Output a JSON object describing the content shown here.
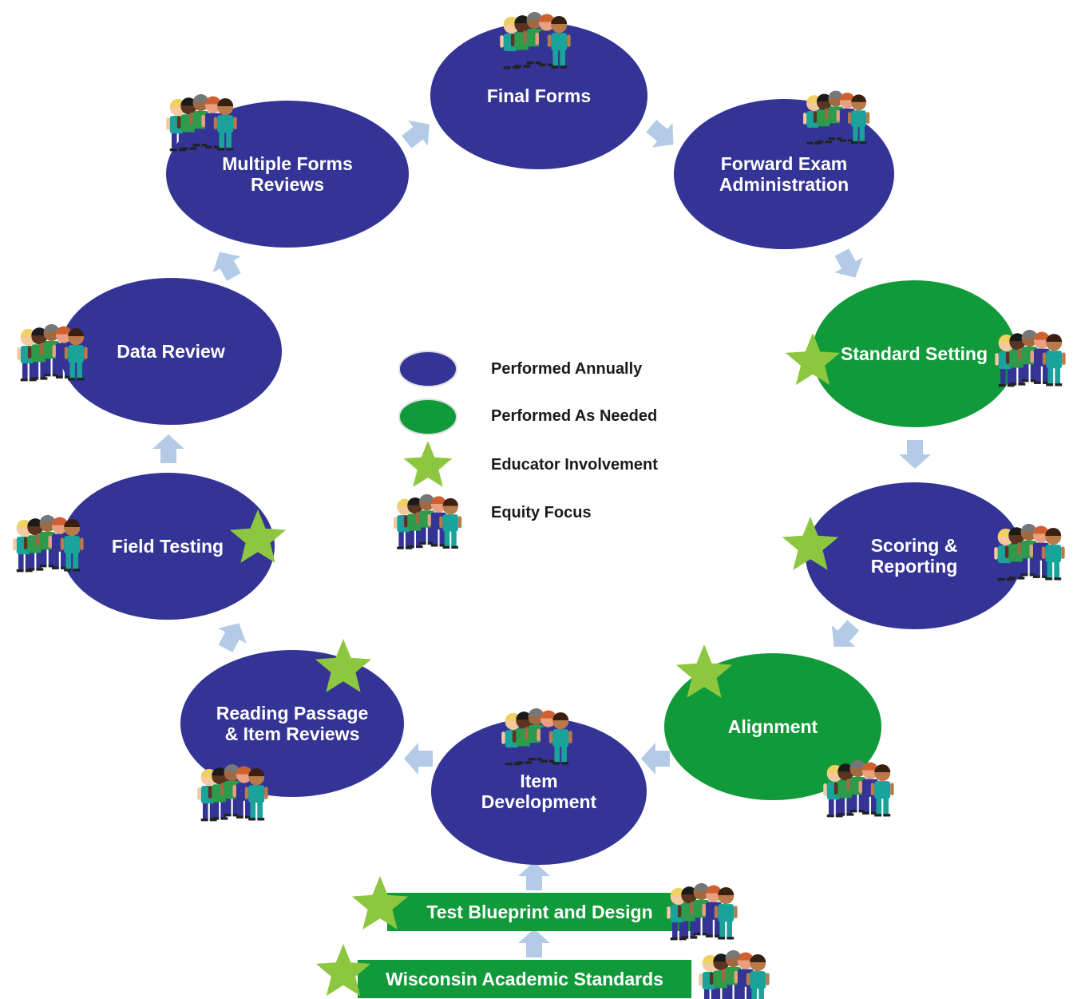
{
  "colors": {
    "annual": "#343496",
    "as_needed": "#119a3a",
    "star": "#8dc63f",
    "arrow": "#b3cbe6",
    "people_teal": "#1aa39a",
    "people_green": "#2e9a4b",
    "people_navy": "#343496"
  },
  "nodes": {
    "final_forms": {
      "lines": [
        "Final Forms"
      ],
      "type": "annual",
      "equity": true,
      "educator": false
    },
    "forward_exam": {
      "lines": [
        "Forward Exam",
        "Administration"
      ],
      "type": "annual",
      "equity": true,
      "educator": false
    },
    "standard_setting": {
      "lines": [
        "Standard Setting"
      ],
      "type": "as_needed",
      "equity": true,
      "educator": true
    },
    "scoring": {
      "lines": [
        "Scoring &",
        "Reporting"
      ],
      "type": "annual",
      "equity": true,
      "educator": true
    },
    "alignment": {
      "lines": [
        "Alignment"
      ],
      "type": "as_needed",
      "equity": true,
      "educator": true
    },
    "item_dev": {
      "lines": [
        "Item",
        "Development"
      ],
      "type": "annual",
      "equity": true,
      "educator": false
    },
    "reading": {
      "lines": [
        "Reading Passage",
        "& Item Reviews"
      ],
      "type": "annual",
      "equity": true,
      "educator": true
    },
    "field_testing": {
      "lines": [
        "Field Testing"
      ],
      "type": "annual",
      "equity": true,
      "educator": true
    },
    "data_review": {
      "lines": [
        "Data Review"
      ],
      "type": "annual",
      "equity": true,
      "educator": false
    },
    "multiple_forms": {
      "lines": [
        "Multiple Forms",
        "Reviews"
      ],
      "type": "annual",
      "equity": true,
      "educator": false
    }
  },
  "bars": {
    "blueprint": {
      "label": "Test Blueprint and Design",
      "equity": true,
      "educator": true
    },
    "standards": {
      "label": "Wisconsin Academic Standards",
      "equity": true,
      "educator": true
    }
  },
  "legend": {
    "annual": "Performed Annually",
    "as_needed": "Performed As Needed",
    "educator": "Educator Involvement",
    "equity": "Equity Focus"
  },
  "icons": {
    "educator": "star-icon",
    "equity": "diverse-people-group-icon",
    "flow": "arrow-icon"
  }
}
